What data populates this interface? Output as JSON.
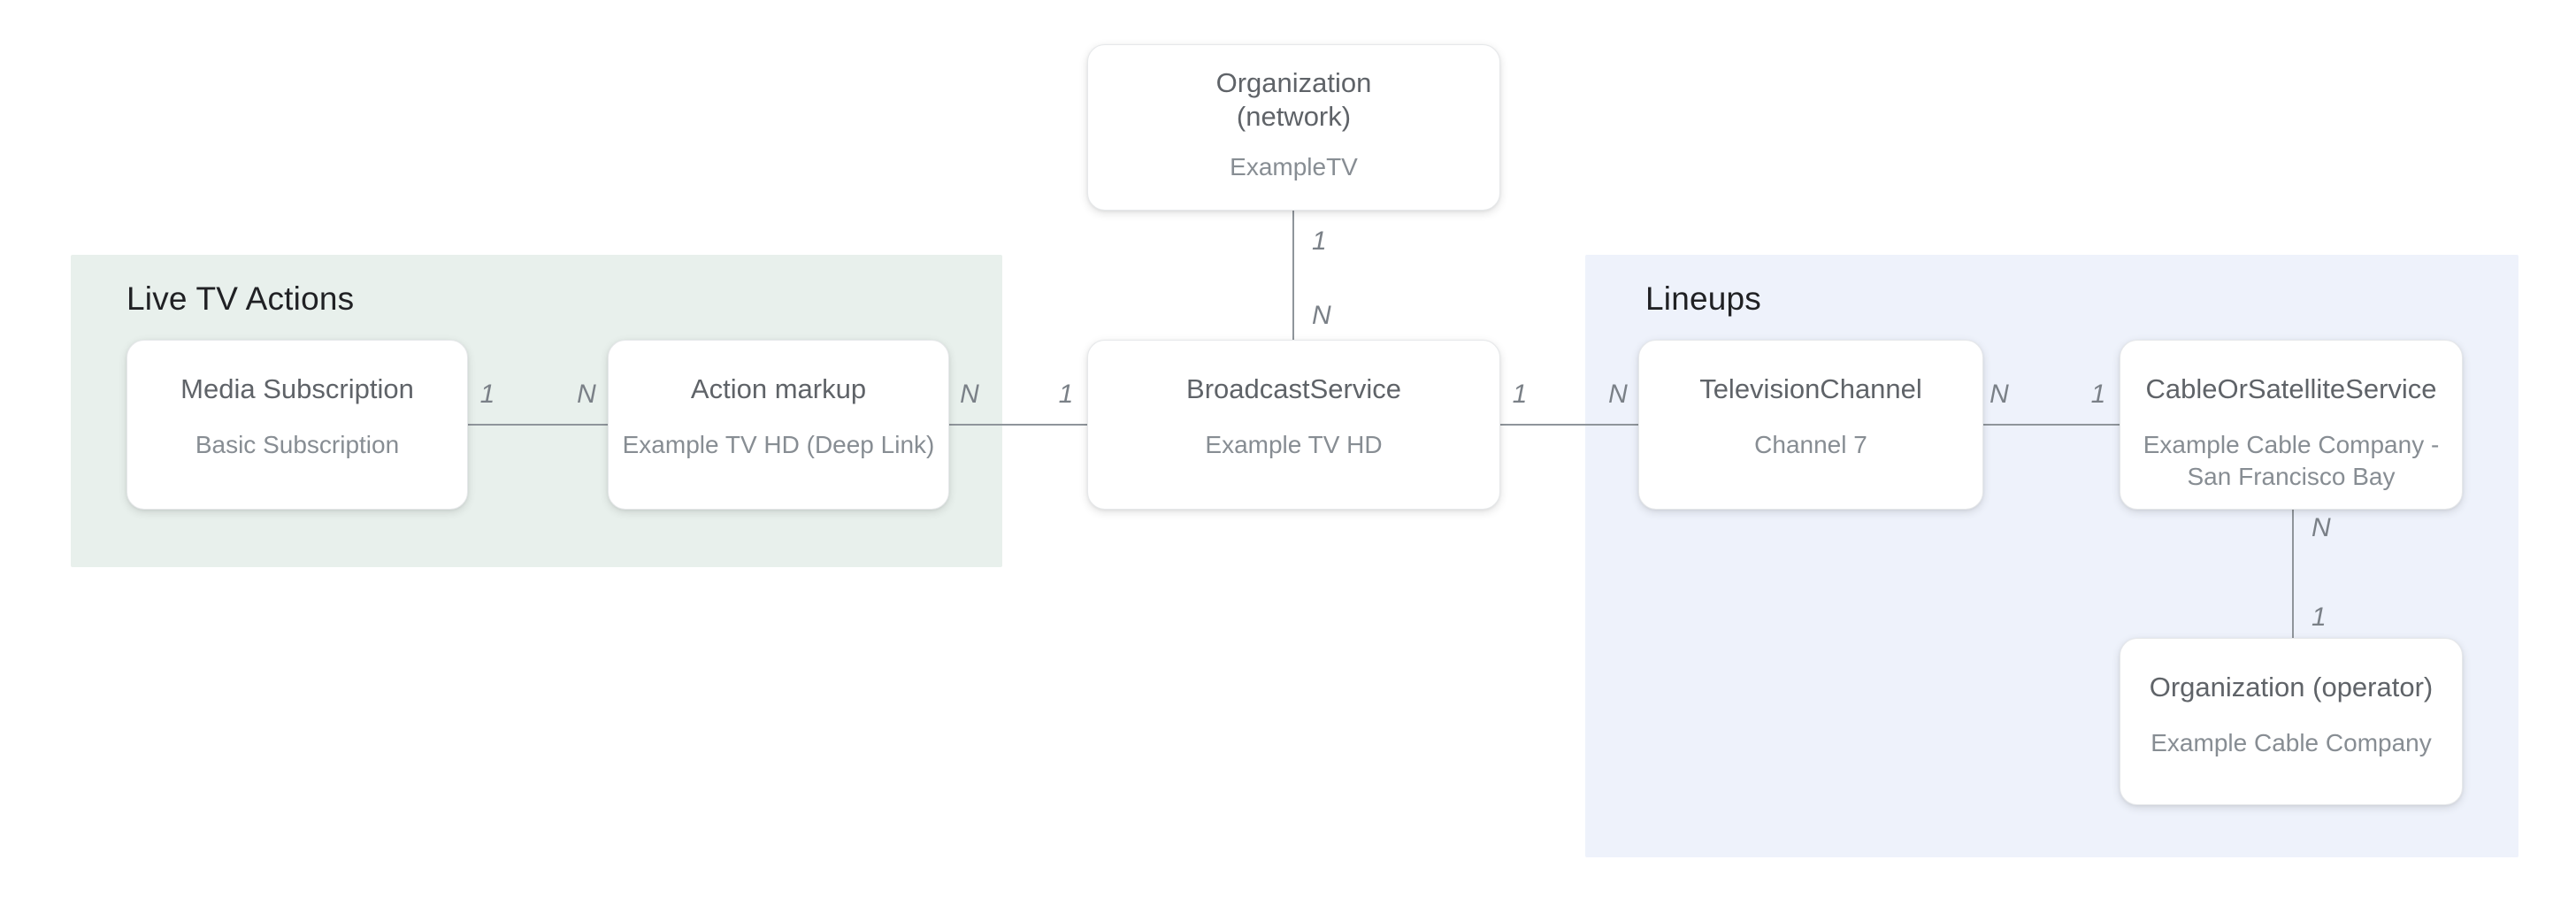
{
  "groups": {
    "live_tv_actions": {
      "label": "Live TV Actions",
      "background": "#e8f0ec"
    },
    "lineups": {
      "label": "Lineups",
      "background": "#eef2fb"
    }
  },
  "nodes": {
    "org_network": {
      "title": "Organization\n(network)",
      "subtitle": "ExampleTV"
    },
    "media_subscription": {
      "title": "Media Subscription",
      "subtitle": "Basic Subscription"
    },
    "action_markup": {
      "title": "Action markup",
      "subtitle": "Example TV HD (Deep Link)"
    },
    "broadcast_service": {
      "title": "BroadcastService",
      "subtitle": "Example TV HD"
    },
    "television_channel": {
      "title": "TelevisionChannel",
      "subtitle": "Channel 7"
    },
    "cable_or_satellite_service": {
      "title": "CableOrSatelliteService",
      "subtitle": "Example Cable Company -\nSan Francisco Bay"
    },
    "org_operator": {
      "title": "Organization (operator)",
      "subtitle": "Example Cable Company"
    }
  },
  "edges": {
    "network_to_broadcast": {
      "from_label": "1",
      "to_label": "N"
    },
    "media_subscription_to_action_markup": {
      "from_label": "1",
      "to_label": "N"
    },
    "action_markup_to_broadcast": {
      "from_label": "N",
      "to_label": "1"
    },
    "broadcast_to_television_channel": {
      "from_label": "1",
      "to_label": "N"
    },
    "television_channel_to_cable": {
      "from_label": "N",
      "to_label": "1"
    },
    "cable_to_operator": {
      "from_label": "N",
      "to_label": "1"
    }
  },
  "colors": {
    "line": "#8f959b",
    "node_title": "#5f6368",
    "node_subtitle": "#878d93",
    "cardinality": "#7a8087",
    "heading": "#202124",
    "group_live_bg": "#e8f0ec",
    "group_lineups_bg": "#eef2fb",
    "node_bg": "#ffffff",
    "node_border": "#e6e8ea"
  }
}
